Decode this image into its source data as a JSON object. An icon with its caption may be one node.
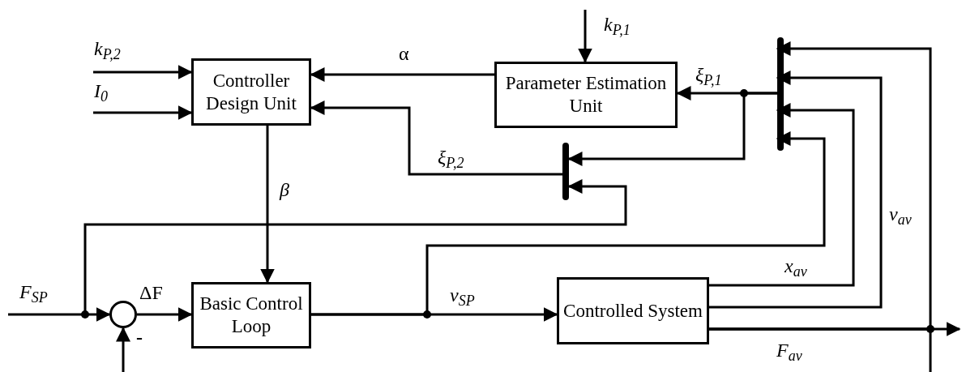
{
  "diagram": {
    "nodes": [
      {
        "text": [
          "Controller Design Unit"
        ]
      },
      {
        "text": [
          "Parameter Estimation Unit"
        ]
      },
      {
        "text": [
          "Basic Control Loop"
        ]
      },
      {
        "text": [
          "Controlled System"
        ]
      },
      {
        "text": [],
        "shape": "circle"
      },
      {
        "text": [],
        "shape": "bar"
      },
      {
        "text": [],
        "shape": "bar"
      }
    ],
    "edges": [
      {
        "from": null,
        "to": 0,
        "arrow": "to",
        "label": "*k*$_{P,2}$"
      },
      {
        "from": null,
        "to": 0,
        "arrow": "to",
        "label": "*I*$_{0}$"
      },
      {
        "from": 1,
        "to": 0,
        "arrow": "to",
        "label": "α"
      },
      {
        "from": 6,
        "to": 0,
        "arrow": "to",
        "label": "*ξ*$_{P,2}$"
      },
      {
        "from": 0,
        "to": 2,
        "arrow": "to",
        "label": "*β*"
      },
      {
        "from": null,
        "to": 1,
        "arrow": "to",
        "label": "*k*$_{P,1}$"
      },
      {
        "from": 5,
        "to": 1,
        "arrow": "to",
        "label": "*ξ*$_{P,1}$"
      },
      {
        "from": 5,
        "to": 6,
        "arrow": "to"
      },
      {
        "from": null,
        "to": 4,
        "arrow": "to",
        "label": "*F*$_{SP}$"
      },
      {
        "from": null,
        "to": 6,
        "arrow": "to"
      },
      {
        "from": 4,
        "to": 2,
        "arrow": "to",
        "label": "ΔF"
      },
      {
        "from": 2,
        "to": 3,
        "arrow": "to",
        "label": "*v*$_{SP}$"
      },
      {
        "from": 2,
        "to": 5,
        "arrow": "to"
      },
      {
        "from": 3,
        "to": 5,
        "arrow": "to",
        "label": "*x*$_{av}$"
      },
      {
        "from": 3,
        "to": 5,
        "arrow": "to",
        "label": "*v*$_{av}$"
      },
      {
        "from": 3,
        "to": null,
        "arrow": "to",
        "label": "*F*$_{av}$"
      },
      {
        "from": 3,
        "to": 5,
        "arrow": "to"
      },
      {
        "from": 3,
        "to": null,
        "arrow": "none"
      },
      {
        "from": null,
        "to": 4,
        "arrow": "to"
      }
    ],
    "labels": [
      "-"
    ]
  }
}
